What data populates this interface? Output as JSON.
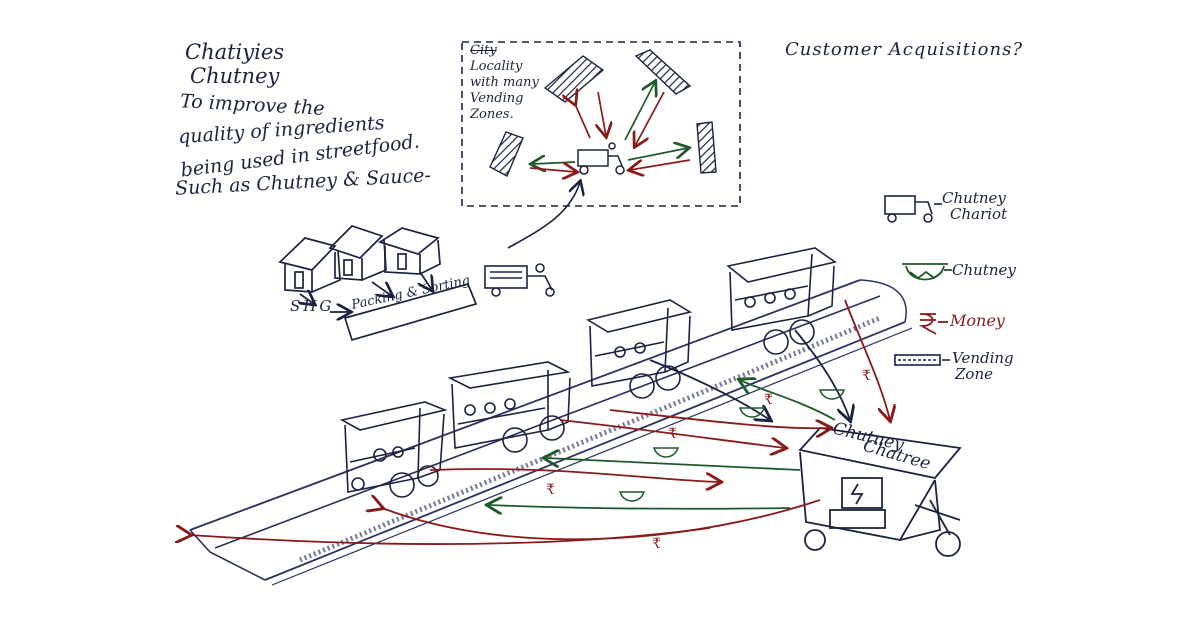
{
  "sketch": {
    "title_line1": "Chatiyies",
    "title_line2": "Chutney",
    "intro": [
      "To improve the",
      "quality of ingredients",
      "being used in streetfood.",
      "Such as Chutney & Sauce-"
    ],
    "question": "Customer Acquisitions?",
    "inset": {
      "lines": [
        "City",
        "Locality",
        "with many",
        "Vending",
        "Zones."
      ]
    },
    "shg": "SHG",
    "packing": "Packing & Sorting",
    "kiosk_sign_line1": "Chutney",
    "kiosk_sign_line2": "Chatree"
  },
  "legend": [
    {
      "label_line1": "Chutney",
      "label_line2": "Chariot",
      "color": "#1c2340",
      "icon": "cart-icon"
    },
    {
      "label_line1": "Chutney",
      "label_line2": "",
      "color": "#1f5a2a",
      "icon": "chutney-bowl-icon"
    },
    {
      "label_line1": "Money",
      "label_line2": "",
      "color": "#8a1a1a",
      "icon": "rupee-icon"
    },
    {
      "label_line1": "Vending",
      "label_line2": "Zone",
      "color": "#1c2340",
      "icon": "vending-zone-icon"
    }
  ],
  "symbols": {
    "rupee": "₹"
  },
  "colors": {
    "ink_blue": "#1c2340",
    "money_red": "#8a1a1a",
    "chutney_green": "#1f5a2a",
    "road": "#2a3060",
    "paper": "#ffffff"
  }
}
